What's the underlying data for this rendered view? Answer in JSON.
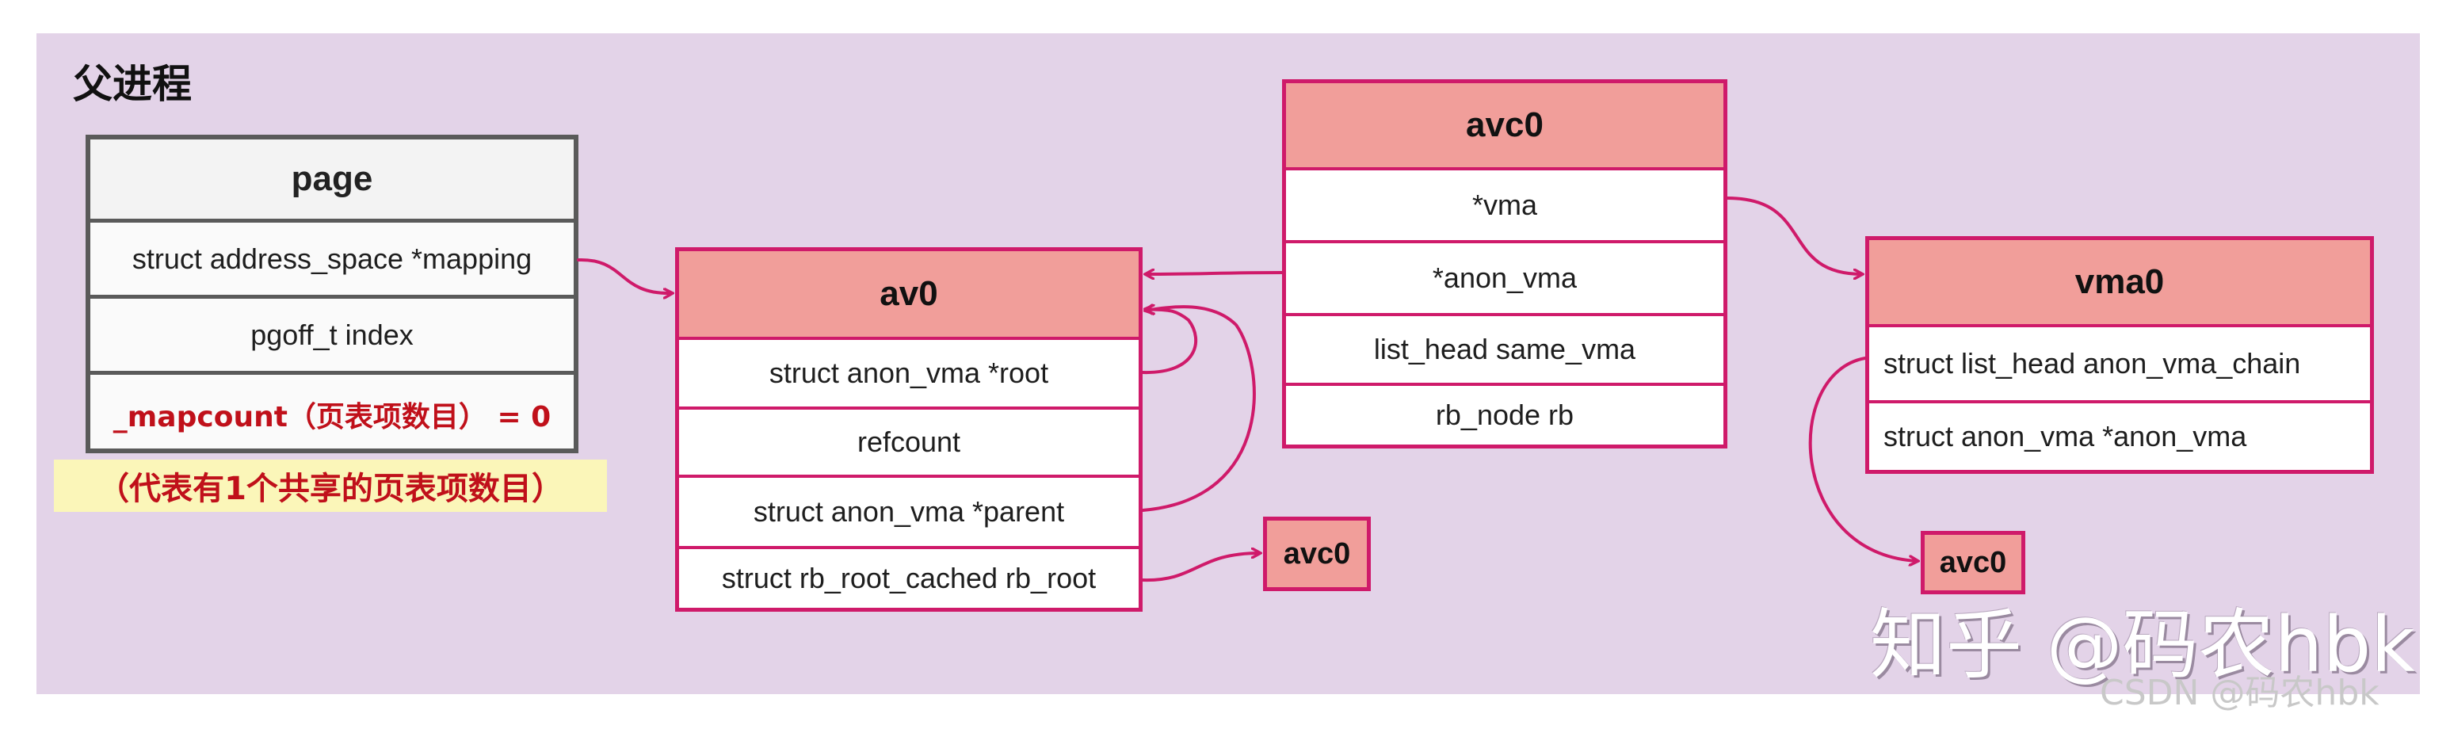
{
  "title": "父进程",
  "page_box": {
    "header": "page",
    "rows": [
      "struct address_space *mapping",
      "pgoff_t index"
    ],
    "mapcount_row": "_mapcount（页表项数目） = 0"
  },
  "note": "（代表有1个共享的页表项数目）",
  "av0_box": {
    "header": "av0",
    "rows": [
      "struct anon_vma *root",
      "refcount",
      "struct anon_vma *parent",
      "struct rb_root_cached rb_root"
    ]
  },
  "avc0_box": {
    "header": "avc0",
    "rows": [
      "*vma",
      "*anon_vma",
      "list_head same_vma",
      "rb_node rb"
    ]
  },
  "vma0_box": {
    "header": "vma0",
    "rows": [
      "struct list_head anon_vma_chain",
      "struct anon_vma *anon_vma"
    ]
  },
  "mini_avc0_a": "avc0",
  "mini_avc0_b": "avc0",
  "watermark": "知乎 @码农hbk",
  "watermark_csdn": "CSDN @码农hbk",
  "colors": {
    "panel": "#e3d3e8",
    "header_pink": "#f19e9a",
    "border_pink": "#cf1a6a",
    "border_grey": "#5a5a5a",
    "note_bg": "#fbf6b9",
    "red_text": "#c0101a"
  }
}
